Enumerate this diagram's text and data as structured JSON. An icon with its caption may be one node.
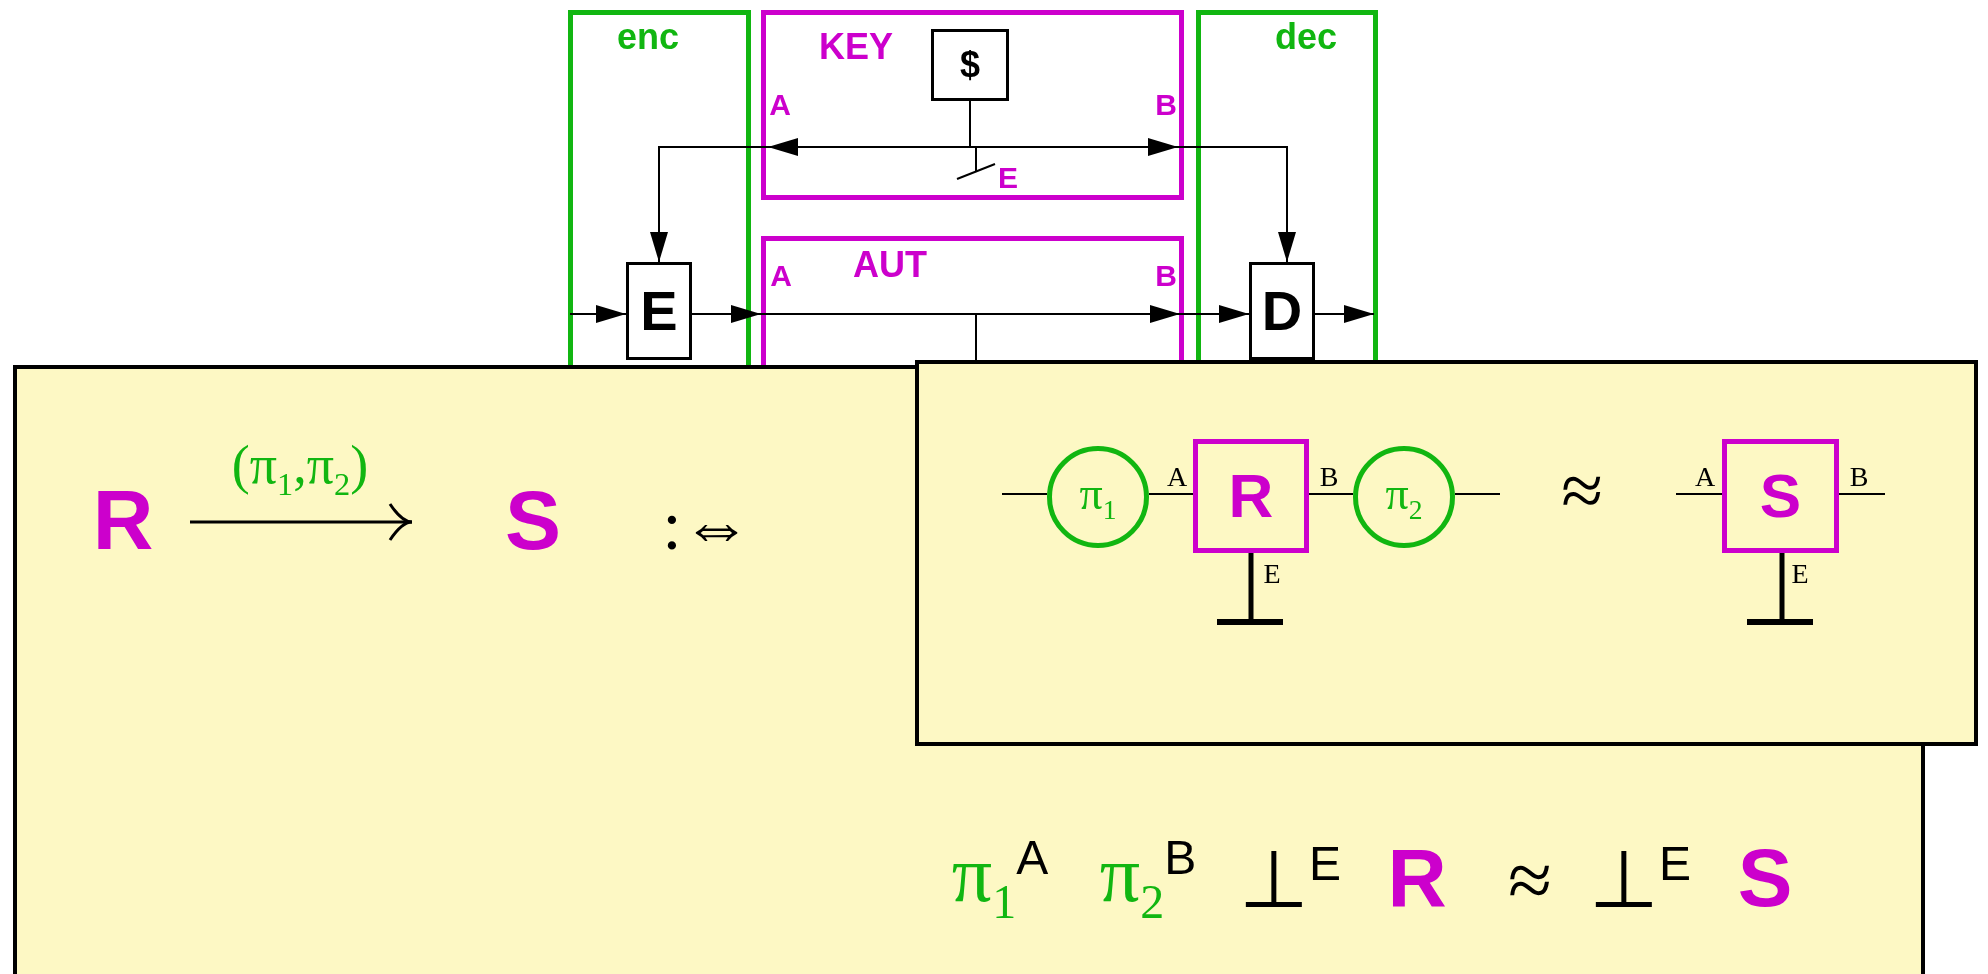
{
  "diagram": {
    "nodes": [
      {
        "text": [
          "enc"
        ]
      },
      {
        "text": [
          "KEY"
        ]
      },
      {
        "text": [
          "dec"
        ]
      },
      {
        "text": [
          "AUT"
        ]
      },
      {
        "text": [
          "$"
        ],
        "in": 1
      },
      {
        "text": [
          "E"
        ],
        "in": 0
      },
      {
        "text": [
          "D"
        ],
        "in": 2
      },
      {
        "text": [],
        "shape": "box"
      },
      {
        "text": [
          "R"
        ],
        "in": 7
      },
      {
        "text": [
          "S"
        ],
        "in": 7
      },
      {
        "text": [],
        "shape": "box"
      },
      {
        "text": [
          "π$_{1}$"
        ],
        "in": 10
      },
      {
        "text": [
          "R"
        ],
        "in": 10
      },
      {
        "text": [
          "π$_{2}$"
        ],
        "in": 10
      },
      {
        "text": [
          "S"
        ],
        "in": 10
      },
      {
        "text": [],
        "shape": "bar",
        "in": 10
      },
      {
        "text": [],
        "shape": "bar",
        "in": 10
      }
    ],
    "edges": [
      {
        "from": 4,
        "to": 5,
        "arrow": "to"
      },
      {
        "from": 4,
        "to": 6,
        "arrow": "to"
      },
      {
        "from": null,
        "to": 5,
        "arrow": "to"
      },
      {
        "from": 5,
        "to": 3,
        "arrow": "to"
      },
      {
        "from": 3,
        "to": 6,
        "arrow": "to"
      },
      {
        "from": 6,
        "to": null,
        "arrow": "to"
      },
      {
        "from": 3,
        "to": null,
        "arrow": "none"
      },
      {
        "from": 8,
        "to": 9,
        "arrow": "to",
        "label": "(π$_{1}$,π$_{2}$)"
      },
      {
        "from": null,
        "to": 11,
        "arrow": "none"
      },
      {
        "from": 11,
        "to": 12,
        "arrow": "none"
      },
      {
        "from": 12,
        "to": 13,
        "arrow": "none"
      },
      {
        "from": 13,
        "to": null,
        "arrow": "none"
      },
      {
        "from": 12,
        "to": 15,
        "arrow": "none",
        "style": "thick"
      },
      {
        "from": null,
        "to": 14,
        "arrow": "none"
      },
      {
        "from": 14,
        "to": null,
        "arrow": "none"
      },
      {
        "from": 14,
        "to": 16,
        "arrow": "none",
        "style": "thick"
      }
    ],
    "labels": [
      "A",
      "B",
      "E",
      "A",
      "B",
      ":⇔",
      "A",
      "B",
      "E",
      "≈",
      "A",
      "B",
      "E",
      "π$_{1}$$^{A}$",
      "π$_{2}$$^{B}$",
      "⊥$^{E}$",
      "R",
      "≈",
      "⊥$^{E}$",
      "S"
    ]
  }
}
